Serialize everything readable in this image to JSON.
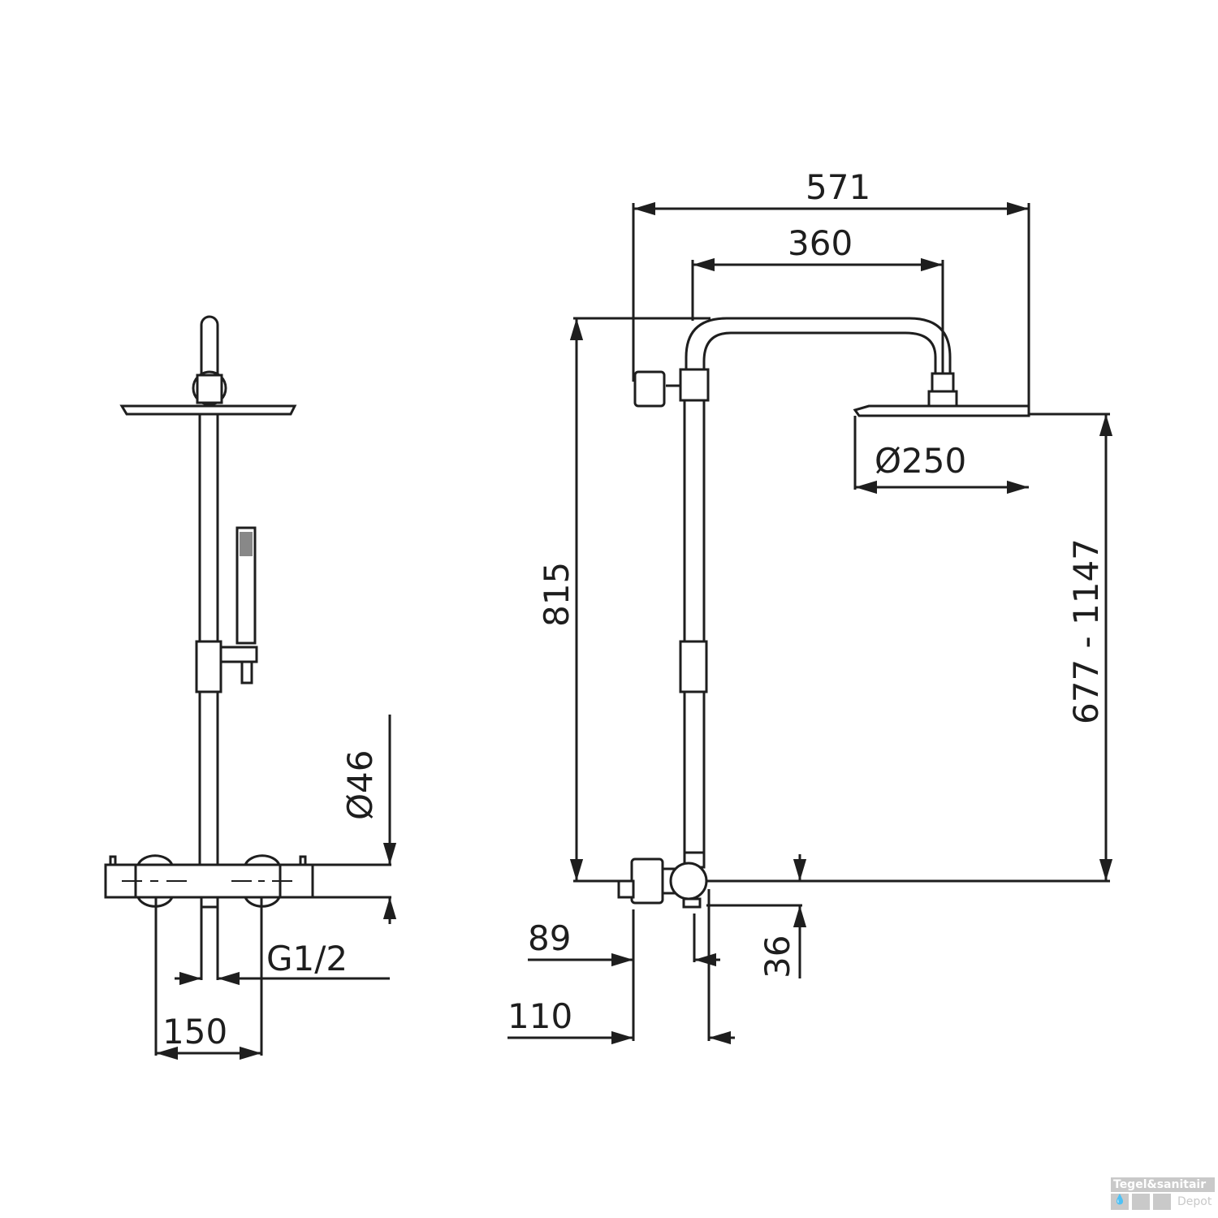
{
  "dimensions": {
    "overall_width": "571",
    "arm_reach": "360",
    "head_diameter": "Ø250",
    "riser_height": "815",
    "head_height_range": "677 - 1147",
    "outlet_offset": "89",
    "wall_offset": "110",
    "vertical_offset": "36",
    "body_diameter": "Ø46",
    "connection": "G1/2",
    "connection_spacing": "150"
  },
  "watermark": {
    "line1": "Tegel&sanitair",
    "line2": "Depot"
  },
  "colors": {
    "line": "#1e1e1e",
    "background": "#ffffff",
    "watermark": "#c9c9c9"
  }
}
